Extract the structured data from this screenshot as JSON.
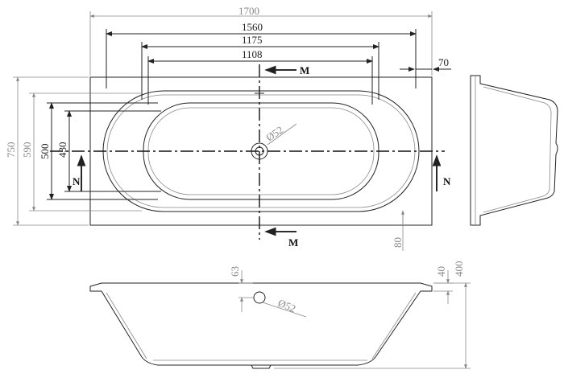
{
  "top_view": {
    "dimensions": {
      "overall_length": "1700",
      "inner_length_1": "1560",
      "inner_length_2": "1175",
      "inner_length_3": "1108",
      "rim_width": "70",
      "overall_width": "750",
      "inner_width_1": "590",
      "inner_width_2": "500",
      "inner_width_3": "430",
      "drain_offset": "80",
      "drain_diameter": "Ø52"
    },
    "section_labels": {
      "m_top": "M",
      "m_bottom": "M",
      "n_left": "N",
      "n_right": "N"
    }
  },
  "front_view": {
    "dimensions": {
      "overflow_height": "63",
      "overflow_diameter": "Ø52",
      "rim_height": "40",
      "total_height": "400"
    }
  }
}
